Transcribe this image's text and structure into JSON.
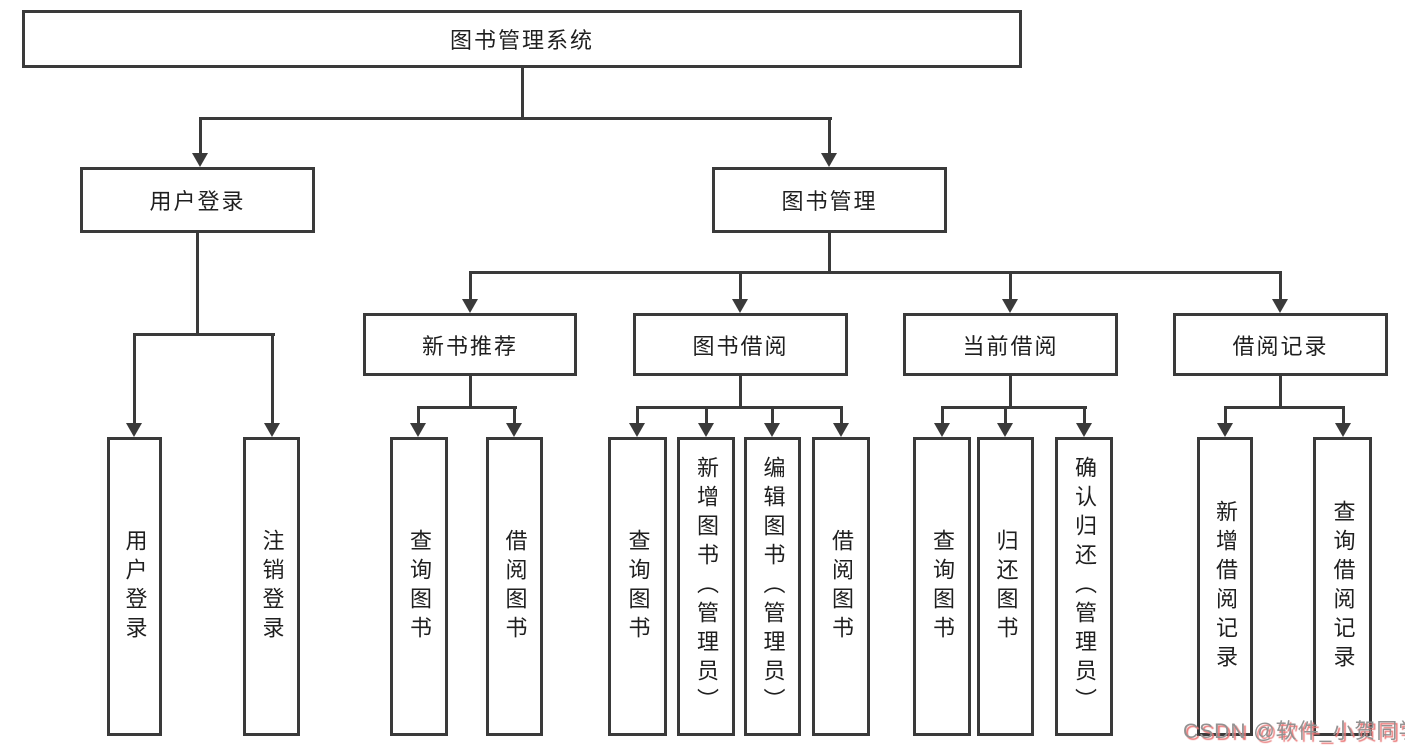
{
  "diagram": {
    "root": {
      "label": "图书管理系统"
    },
    "branches": [
      {
        "label": "用户登录",
        "children": [
          {
            "label": "用户登录"
          },
          {
            "label": "注销登录"
          }
        ]
      },
      {
        "label": "图书管理",
        "children": [
          {
            "label": "新书推荐",
            "children": [
              {
                "label": "查询图书"
              },
              {
                "label": "借阅图书"
              }
            ]
          },
          {
            "label": "图书借阅",
            "children": [
              {
                "label": "查询图书"
              },
              {
                "label": "新增图书（管理员）"
              },
              {
                "label": "编辑图书（管理员）"
              },
              {
                "label": "借阅图书"
              }
            ]
          },
          {
            "label": "当前借阅",
            "children": [
              {
                "label": "查询图书"
              },
              {
                "label": "归还图书"
              },
              {
                "label": "确认归还（管理员）"
              }
            ]
          },
          {
            "label": "借阅记录",
            "children": [
              {
                "label": "新增借阅记录"
              },
              {
                "label": "查询借阅记录"
              }
            ]
          }
        ]
      }
    ]
  },
  "watermark": {
    "text": "CSDN @软件_小贺同学"
  },
  "colors": {
    "line": "#3a3a3a",
    "text": "#1f1f1f",
    "background": "#ffffff",
    "watermark": "#929292",
    "watermark_shadow": "#e97878"
  }
}
